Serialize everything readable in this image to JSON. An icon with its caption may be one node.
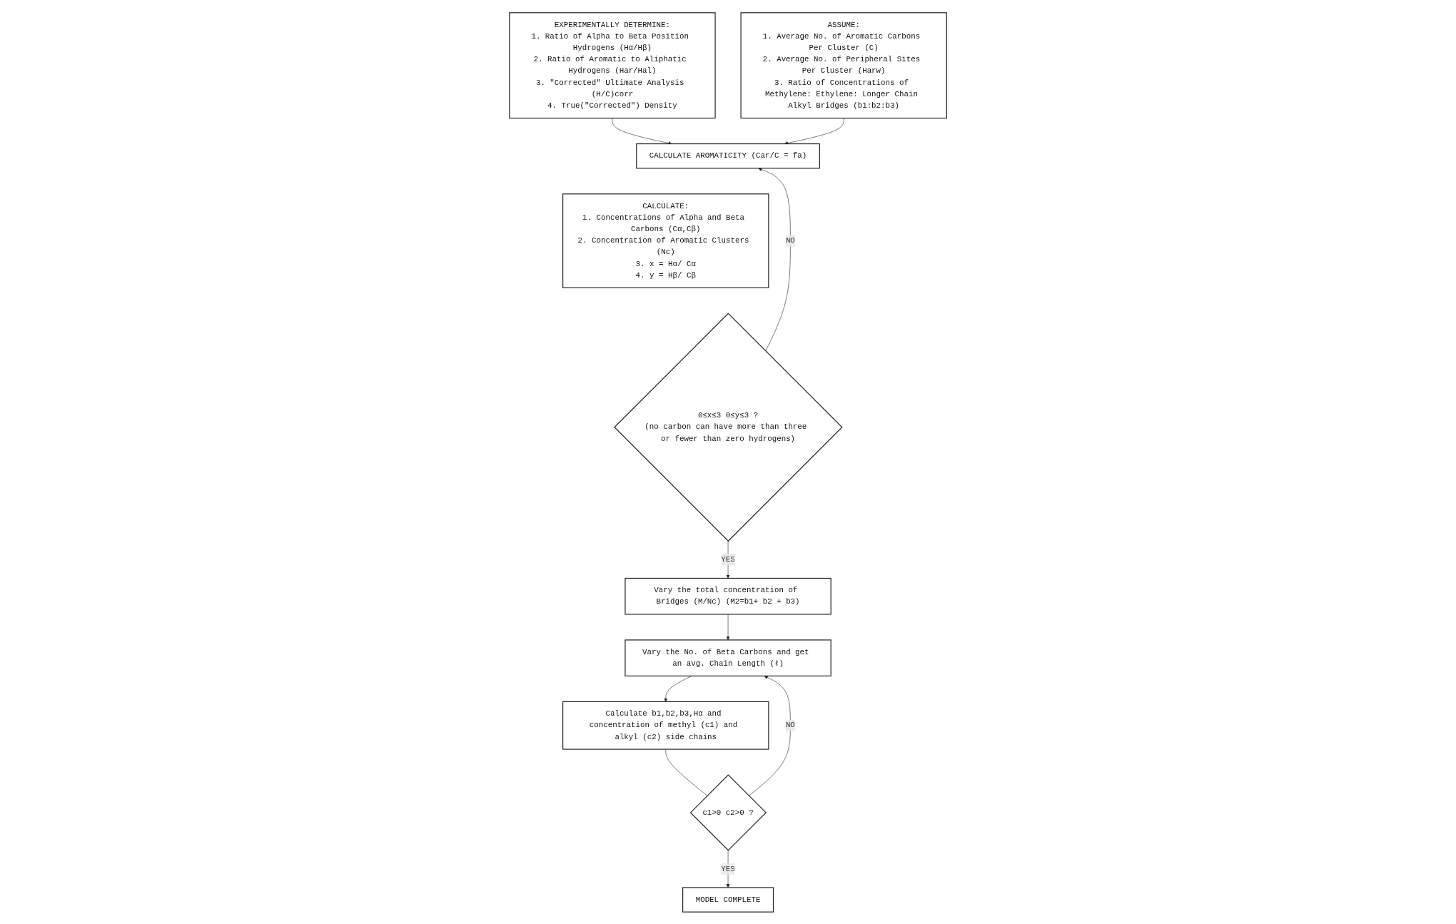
{
  "diagram": {
    "nodes": [
      {
        "text": [
          "EXPERIMENTALLY DETERMINE:",
          "1. Ratio of Alpha to Beta Position Hydrogens (Hα/Hβ)",
          "2. Ratio of Aromatic to Aliphatic Hydrogens (Har/Hal)",
          "3. \"Corrected\" Ultimate Analysis (H/C)corr",
          "4. True(\"Corrected\") Density"
        ]
      },
      {
        "text": [
          "ASSUME:",
          "1. Average No. of Aromatic Carbons Per Cluster (C)",
          "2. Average No. of Peripheral Sites Per Cluster (Harw)",
          "3. Ratio of Concentrations of Methylene: Ethylene: Longer Chain Alkyl Bridges (b1:b2:b3)"
        ]
      },
      {
        "text": [
          "CALCULATE AROMATICITY (Car/C = fa)"
        ]
      },
      {
        "text": [
          "CALCULATE:",
          "1. Concentrations of Alpha and Beta Carbons (Cα,Cβ)",
          "2. Concentration of Aromatic Clusters (Nc)",
          "3. x = Hα/ Cα",
          "4. y = Hβ/ Cβ"
        ]
      },
      {
        "text": [
          "0≤x≤3 0≤y≤3 ?",
          "(no carbon can have more than three or fewer than zero hydrogens)"
        ]
      },
      {
        "text": [
          "Vary the total concentration of Bridges (M/Nc) (M2=b1+ b2 + b3)"
        ]
      },
      {
        "text": [
          "Vary the No. of Beta Carbons and get an avg. Chain Length (ℓ)"
        ]
      },
      {
        "text": [
          "Calculate b1,b2,b3,Hα and concentration of methyl (c1) and alkyl (c2) side chains"
        ]
      },
      {
        "text": [
          "c1>0 c2>0 ?"
        ]
      },
      {
        "text": [
          "MODEL COMPLETE"
        ]
      }
    ],
    "edges": [
      {
        "from": 0,
        "to": 2,
        "arrow": "to"
      },
      {
        "from": 1,
        "to": 2,
        "arrow": "to"
      },
      {
        "from": 4,
        "to": 2,
        "arrow": "to",
        "label": "NO"
      },
      {
        "from": 4,
        "to": 5,
        "arrow": "to",
        "label": "YES"
      },
      {
        "from": 5,
        "to": 6,
        "arrow": "to"
      },
      {
        "from": 6,
        "to": 7,
        "arrow": "to"
      },
      {
        "from": 7,
        "to": 8,
        "arrow": "none"
      },
      {
        "from": 8,
        "to": 6,
        "arrow": "to",
        "label": "NO"
      },
      {
        "from": 8,
        "to": 9,
        "arrow": "to",
        "label": "YES"
      }
    ]
  }
}
